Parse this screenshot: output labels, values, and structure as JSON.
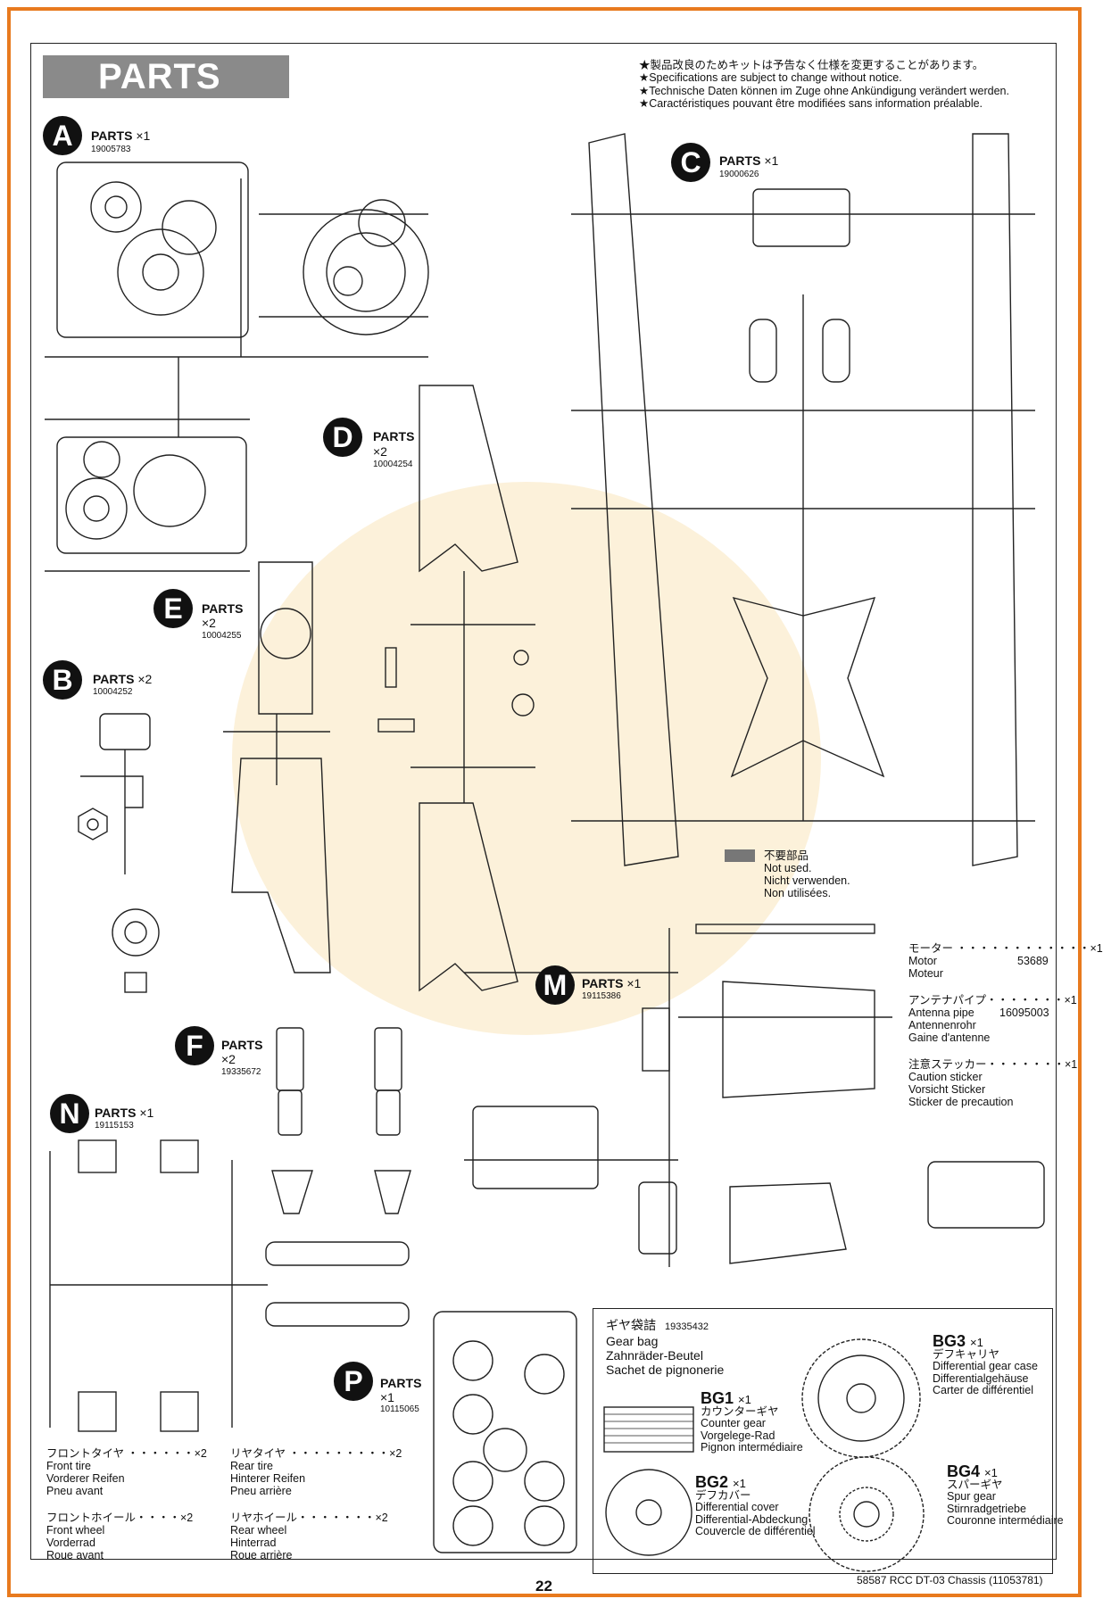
{
  "header": {
    "title": "PARTS",
    "notices": [
      "★製品改良のためキットは予告なく仕様を変更することがあります。",
      "★Specifications are subject to change without notice.",
      "★Technische Daten können im Zuge ohne Ankündigung verändert werden.",
      "★Caractéristiques pouvant être modifiées sans information préalable."
    ]
  },
  "parts": {
    "A": {
      "letter": "A",
      "label": "PARTS",
      "count": "×1",
      "code": "19005783"
    },
    "B": {
      "letter": "B",
      "label": "PARTS",
      "count": "×2",
      "code": "10004252"
    },
    "C": {
      "letter": "C",
      "label": "PARTS",
      "count": "×1",
      "code": "19000626"
    },
    "D": {
      "letter": "D",
      "label": "PARTS",
      "count": "×2",
      "code": "10004254"
    },
    "E": {
      "letter": "E",
      "label": "PARTS",
      "count": "×2",
      "code": "10004255"
    },
    "F": {
      "letter": "F",
      "label": "PARTS",
      "count": "×2",
      "code": "19335672"
    },
    "M": {
      "letter": "M",
      "label": "PARTS",
      "count": "×1",
      "code": "19115386"
    },
    "N": {
      "letter": "N",
      "label": "PARTS",
      "count": "×1",
      "code": "19115153"
    },
    "P": {
      "letter": "P",
      "label": "PARTS",
      "count": "×1",
      "code": "10115065"
    }
  },
  "not_used": [
    "不要部品",
    "Not used.",
    "Nicht verwenden.",
    "Non utilisées."
  ],
  "extras": {
    "motor": {
      "jp": "モーター ・・・・・・・・・・・・×1",
      "en": "Motor",
      "de": "Moteur",
      "code": "53689"
    },
    "antenna": {
      "jp": "アンテナパイプ・・・・・・・×1",
      "en": "Antenna pipe",
      "de": "Antennenrohr",
      "fr": "Gaine d'antenne",
      "code": "16095003"
    },
    "sticker": {
      "jp": "注意ステッカー・・・・・・・×1",
      "en": "Caution sticker",
      "de": "Vorsicht Sticker",
      "fr": "Sticker de precaution"
    }
  },
  "gear_bag": {
    "jp": "ギヤ袋詰",
    "code": "19335432",
    "en": "Gear bag",
    "de": "Zahnräder-Beutel",
    "fr": "Sachet de pignonerie",
    "items": [
      {
        "name": "BG1",
        "count": "×1",
        "jp": "カウンターギヤ",
        "en": "Counter gear",
        "de": "Vorgelege-Rad",
        "fr": "Pignon intermédiaire"
      },
      {
        "name": "BG2",
        "count": "×1",
        "jp": "デフカバー",
        "en": "Differential cover",
        "de": "Differential-Abdeckung",
        "fr": "Couvercle de différentiel"
      },
      {
        "name": "BG3",
        "count": "×1",
        "jp": "デフキャリヤ",
        "en": "Differential gear case",
        "de": "Differentialgehäuse",
        "fr": "Carter de différentiel"
      },
      {
        "name": "BG4",
        "count": "×1",
        "jp": "スパーギヤ",
        "en": "Spur gear",
        "de": "Stirnradgetriebe",
        "fr": "Couronne intermédiaire"
      }
    ]
  },
  "tires": [
    {
      "jp": "フロントタイヤ ・・・・・・×2",
      "en": "Front tire",
      "de": "Vorderer Reifen",
      "fr": "Pneu avant"
    },
    {
      "jp": "リヤタイヤ ・・・・・・・・・×2",
      "en": "Rear tire",
      "de": "Hinterer Reifen",
      "fr": "Pneu arrière"
    },
    {
      "jp": "フロントホイール・・・・×2",
      "en": "Front wheel",
      "de": "Vorderrad",
      "fr": "Roue avant"
    },
    {
      "jp": "リヤホイール・・・・・・・×2",
      "en": "Rear wheel",
      "de": "Hinterrad",
      "fr": "Roue arrière"
    }
  ],
  "footer": {
    "page": "22",
    "model": "58587 RCC DT-03 Chassis (11053781)"
  }
}
